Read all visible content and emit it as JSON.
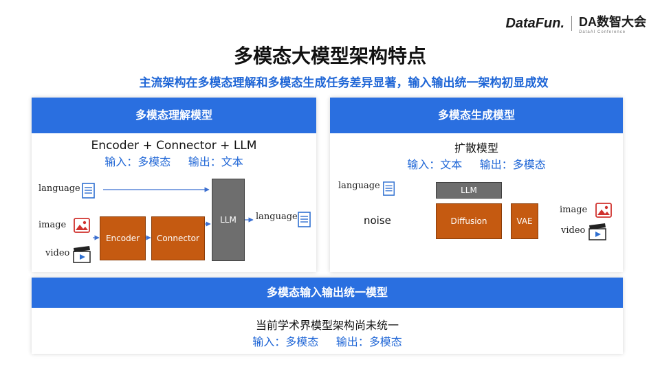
{
  "logo": {
    "datafun": "DataFun.",
    "da": "DA",
    "da_name": "数智大会",
    "da_sub": "DataAI Conference"
  },
  "title": "多模态大模型架构特点",
  "subtitle": "主流架构在多模态理解和多模态生成任务差异显著，输入输出统一架构初显成效",
  "left": {
    "header": "多模态理解模型",
    "formula": "Encoder + Connector + LLM",
    "io": "输入：多模态     输出：文本",
    "labels": {
      "language_in": "language",
      "image": "image",
      "video": "video",
      "language_out": "language"
    },
    "boxes": {
      "encoder": "Encoder",
      "connector": "Connector",
      "llm": "LLM"
    }
  },
  "right": {
    "header": "多模态生成模型",
    "formula": "扩散模型",
    "io": "输入：文本     输出：多模态",
    "labels": {
      "language_in": "language",
      "noise": "noise",
      "image": "image",
      "video": "video"
    },
    "boxes": {
      "llm": "LLM",
      "diffusion": "Diffusion",
      "vae": "VAE"
    }
  },
  "bottom": {
    "header": "多模态输入输出统一模型",
    "line1": "当前学术界模型架构尚未统一",
    "io": "输入：多模态     输出：多模态"
  },
  "colors": {
    "accent": "#2a6fe0",
    "subtitle": "#1f66d6",
    "orange": "#c55a11",
    "gray": "#6e6e6e",
    "arrow": "#3b6fd0"
  },
  "icons": [
    "document-icon",
    "image-icon",
    "video-icon"
  ]
}
